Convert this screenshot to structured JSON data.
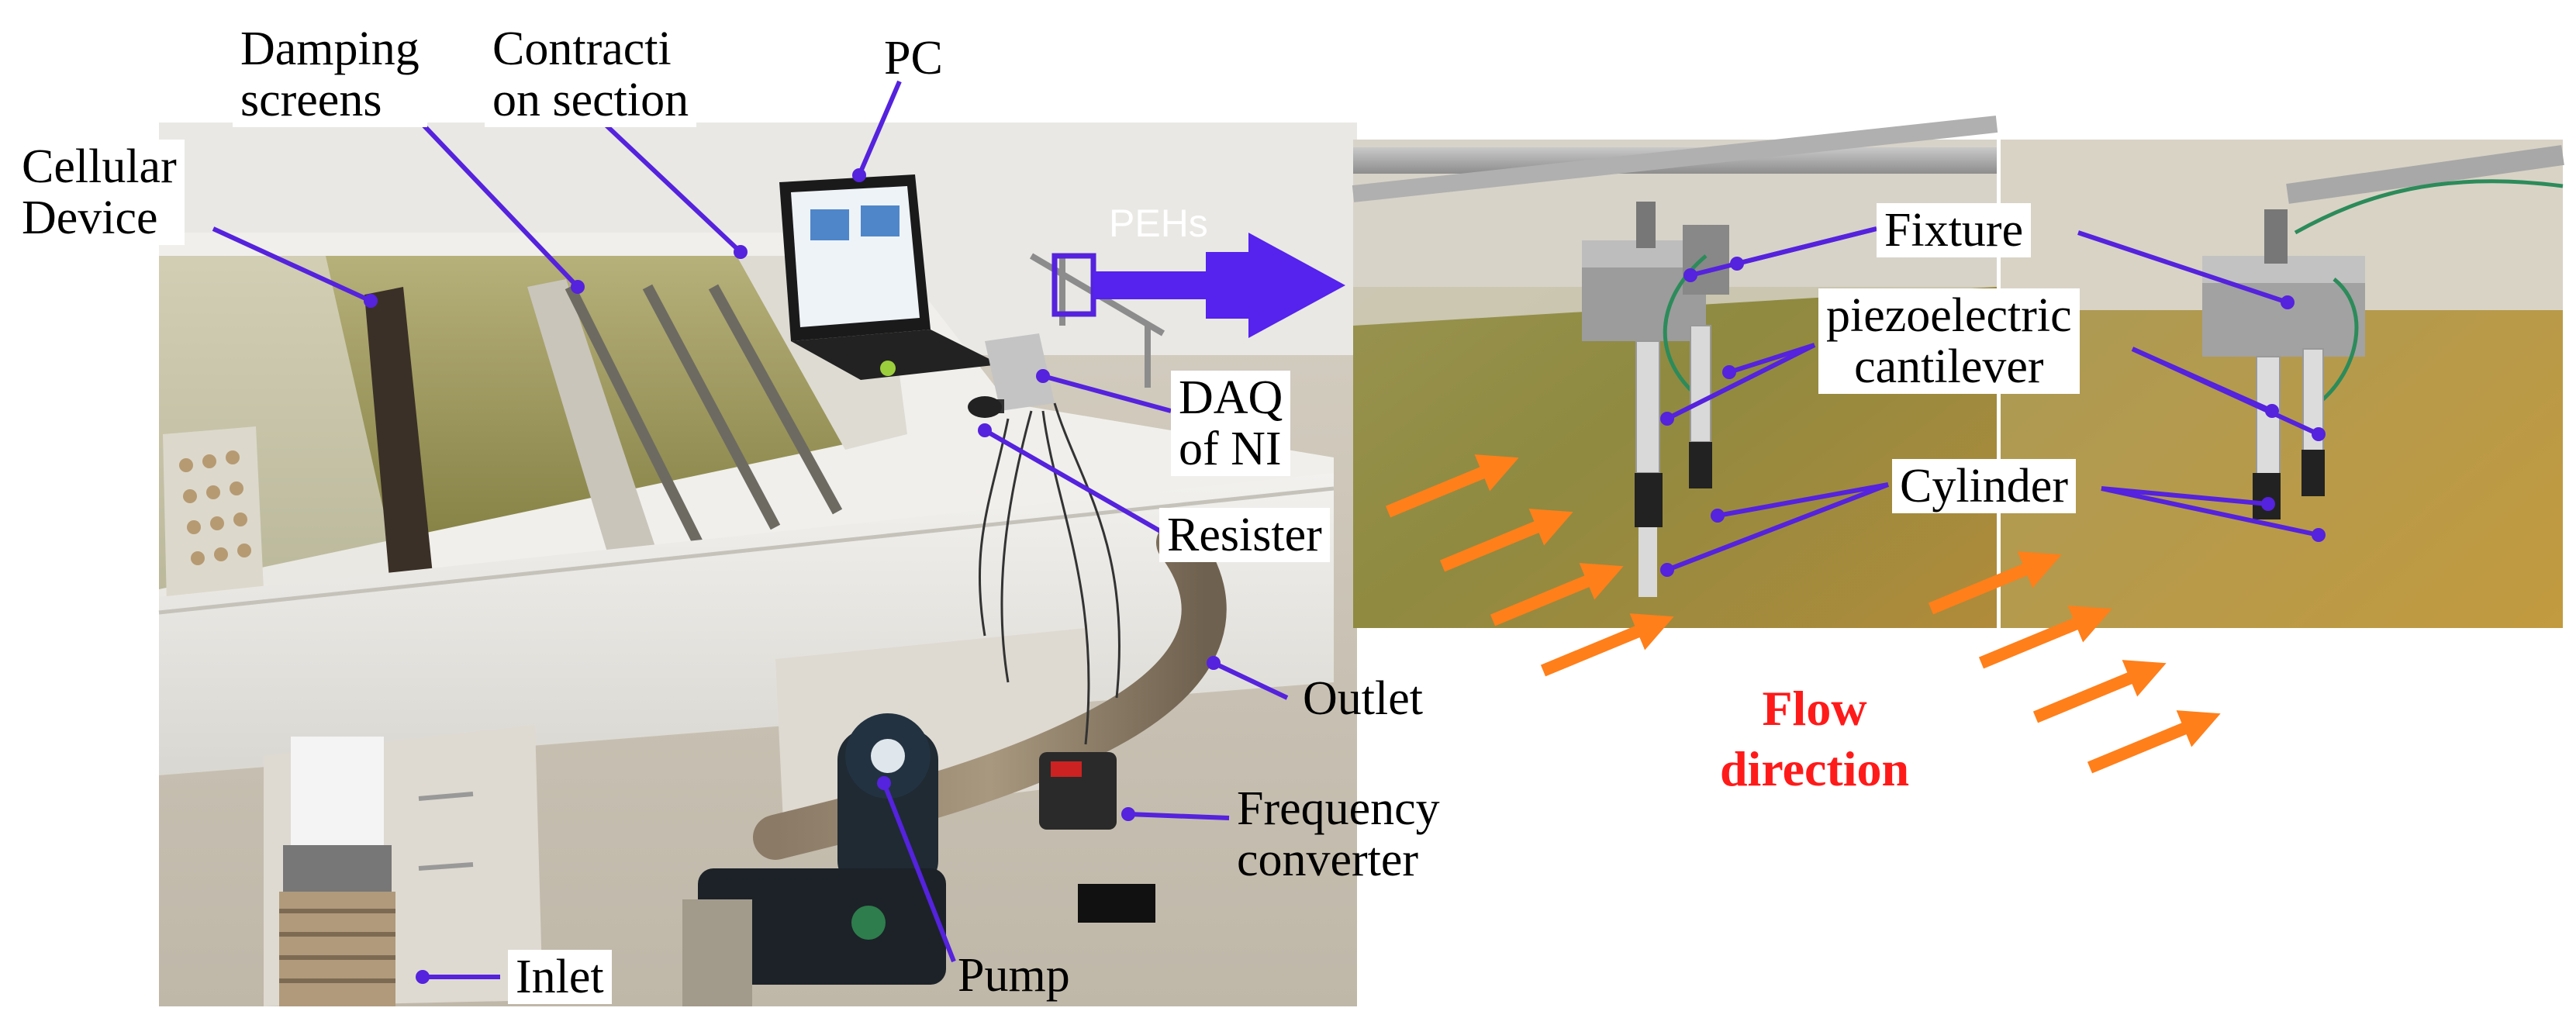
{
  "labels": {
    "cellular_device": [
      "Cellular",
      "Device"
    ],
    "damping_screens": [
      "Damping",
      "screens"
    ],
    "contraction_section": [
      "Contracti",
      "on section"
    ],
    "pc": "PC",
    "pehs": "PEHs",
    "daq": [
      "DAQ",
      "of NI"
    ],
    "resister": "Resister",
    "outlet": "Outlet",
    "frequency_converter": [
      "Frequency",
      "converter"
    ],
    "pump": "Pump",
    "inlet": "Inlet",
    "fixture": "Fixture",
    "piezoelectric_cantilever": [
      "piezoelectric",
      "cantilever"
    ],
    "cylinder": "Cylinder",
    "flow_direction": [
      "Flow",
      "direction"
    ]
  },
  "colors": {
    "leader_line": "#5522dd",
    "flow_arrow": "#ff7f1a",
    "flow_text": "#ff1a1a",
    "water": "#8e8a46",
    "tank_white": "#e8e6e1"
  }
}
